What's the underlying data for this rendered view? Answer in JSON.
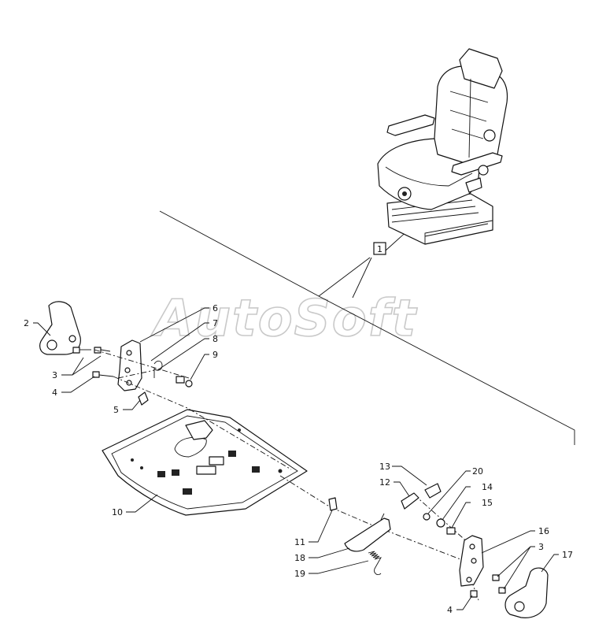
{
  "watermark": "AutoSoft",
  "assembly_box_label": "1",
  "callouts": [
    {
      "id": "c2",
      "label": "2"
    },
    {
      "id": "c3a",
      "label": "3"
    },
    {
      "id": "c4a",
      "label": "4"
    },
    {
      "id": "c5",
      "label": "5"
    },
    {
      "id": "c6",
      "label": "6"
    },
    {
      "id": "c7",
      "label": "7"
    },
    {
      "id": "c8",
      "label": "8"
    },
    {
      "id": "c9",
      "label": "9"
    },
    {
      "id": "c10",
      "label": "10"
    },
    {
      "id": "c11",
      "label": "11"
    },
    {
      "id": "c12",
      "label": "12"
    },
    {
      "id": "c13",
      "label": "13"
    },
    {
      "id": "c14",
      "label": "14"
    },
    {
      "id": "c15",
      "label": "15"
    },
    {
      "id": "c16",
      "label": "16"
    },
    {
      "id": "c3b",
      "label": "3"
    },
    {
      "id": "c17",
      "label": "17"
    },
    {
      "id": "c18",
      "label": "18"
    },
    {
      "id": "c19",
      "label": "19"
    },
    {
      "id": "c20",
      "label": "20"
    },
    {
      "id": "c4b",
      "label": "4"
    }
  ]
}
